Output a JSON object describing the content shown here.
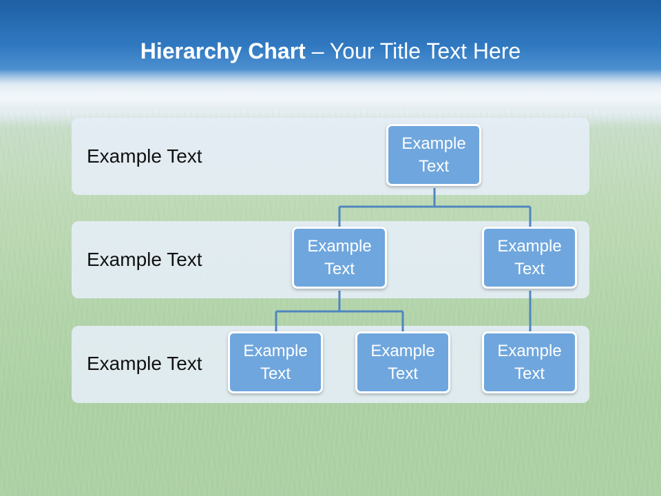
{
  "title": {
    "bold_part": "Hierarchy Chart",
    "dash": " – ",
    "rest": "Your Title Text Here"
  },
  "bands": [
    {
      "label": "Example Text"
    },
    {
      "label": "Example Text"
    },
    {
      "label": "Example Text"
    }
  ],
  "nodes": {
    "root": {
      "label": "Example Text"
    },
    "level2_left": {
      "label": "Example Text"
    },
    "level2_right": {
      "label": "Example Text"
    },
    "level3_left_a": {
      "label": "Example Text"
    },
    "level3_left_b": {
      "label": "Example Text"
    },
    "level3_right": {
      "label": "Example Text"
    }
  },
  "colors": {
    "node_fill": "#6fa6dd",
    "node_border": "#ffffff",
    "connector": "#4f86bf",
    "band_fill": "#e6eef8"
  }
}
